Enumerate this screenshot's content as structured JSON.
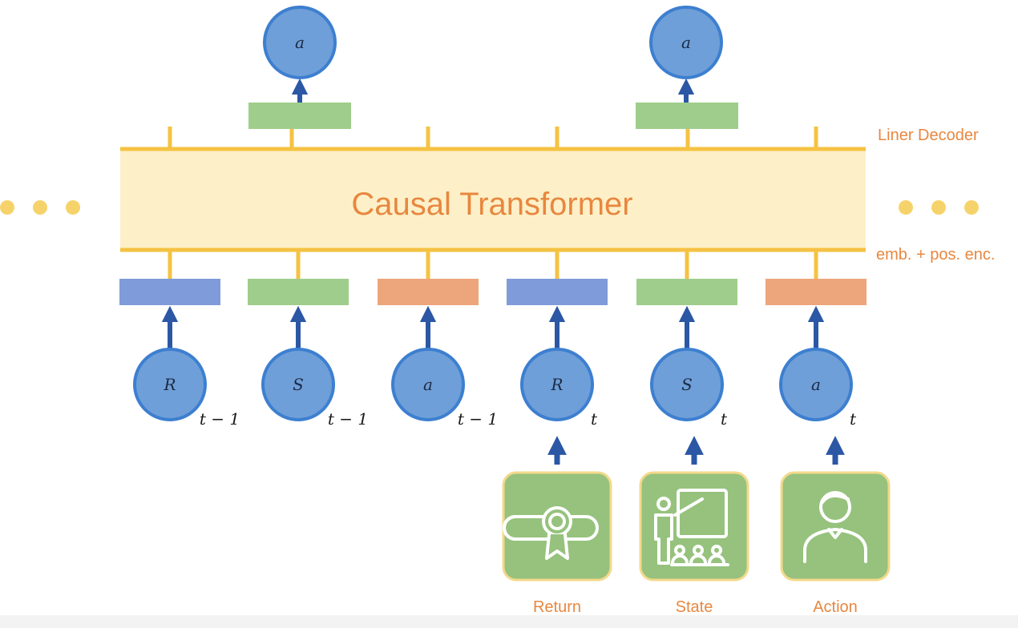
{
  "title": "Causal Transformer",
  "labels": {
    "decoder": "Liner Decoder",
    "embedding": "emb. + pos. enc."
  },
  "outputs": [
    "a",
    "a"
  ],
  "tokens": [
    {
      "symbol": "R",
      "step": "t − 1",
      "kind": "return"
    },
    {
      "symbol": "S",
      "step": "t − 1",
      "kind": "state"
    },
    {
      "symbol": "a",
      "step": "t − 1",
      "kind": "action"
    },
    {
      "symbol": "R",
      "step": "t",
      "kind": "return"
    },
    {
      "symbol": "S",
      "step": "t",
      "kind": "state"
    },
    {
      "symbol": "a",
      "step": "t",
      "kind": "action"
    }
  ],
  "sources": [
    {
      "label": "Return",
      "icon": "certificate-icon"
    },
    {
      "label": "State",
      "icon": "teacher-icon"
    },
    {
      "label": "Action",
      "icon": "person-icon"
    }
  ],
  "colors": {
    "transformer_fill": "#fdf0c8",
    "transformer_border": "#f5c242",
    "title_text": "#e8873f",
    "label_text": "#e8873f",
    "node_fill": "#6f9fd8",
    "node_border": "#3d7fd0",
    "arrow": "#2b57a5",
    "return_bar": "#7f9bd9",
    "state_bar": "#9fcd8b",
    "action_bar": "#eda57b",
    "icon_box": "#96c27d",
    "icon_box_border": "#f3d98b",
    "dots": "#f6d36a"
  }
}
